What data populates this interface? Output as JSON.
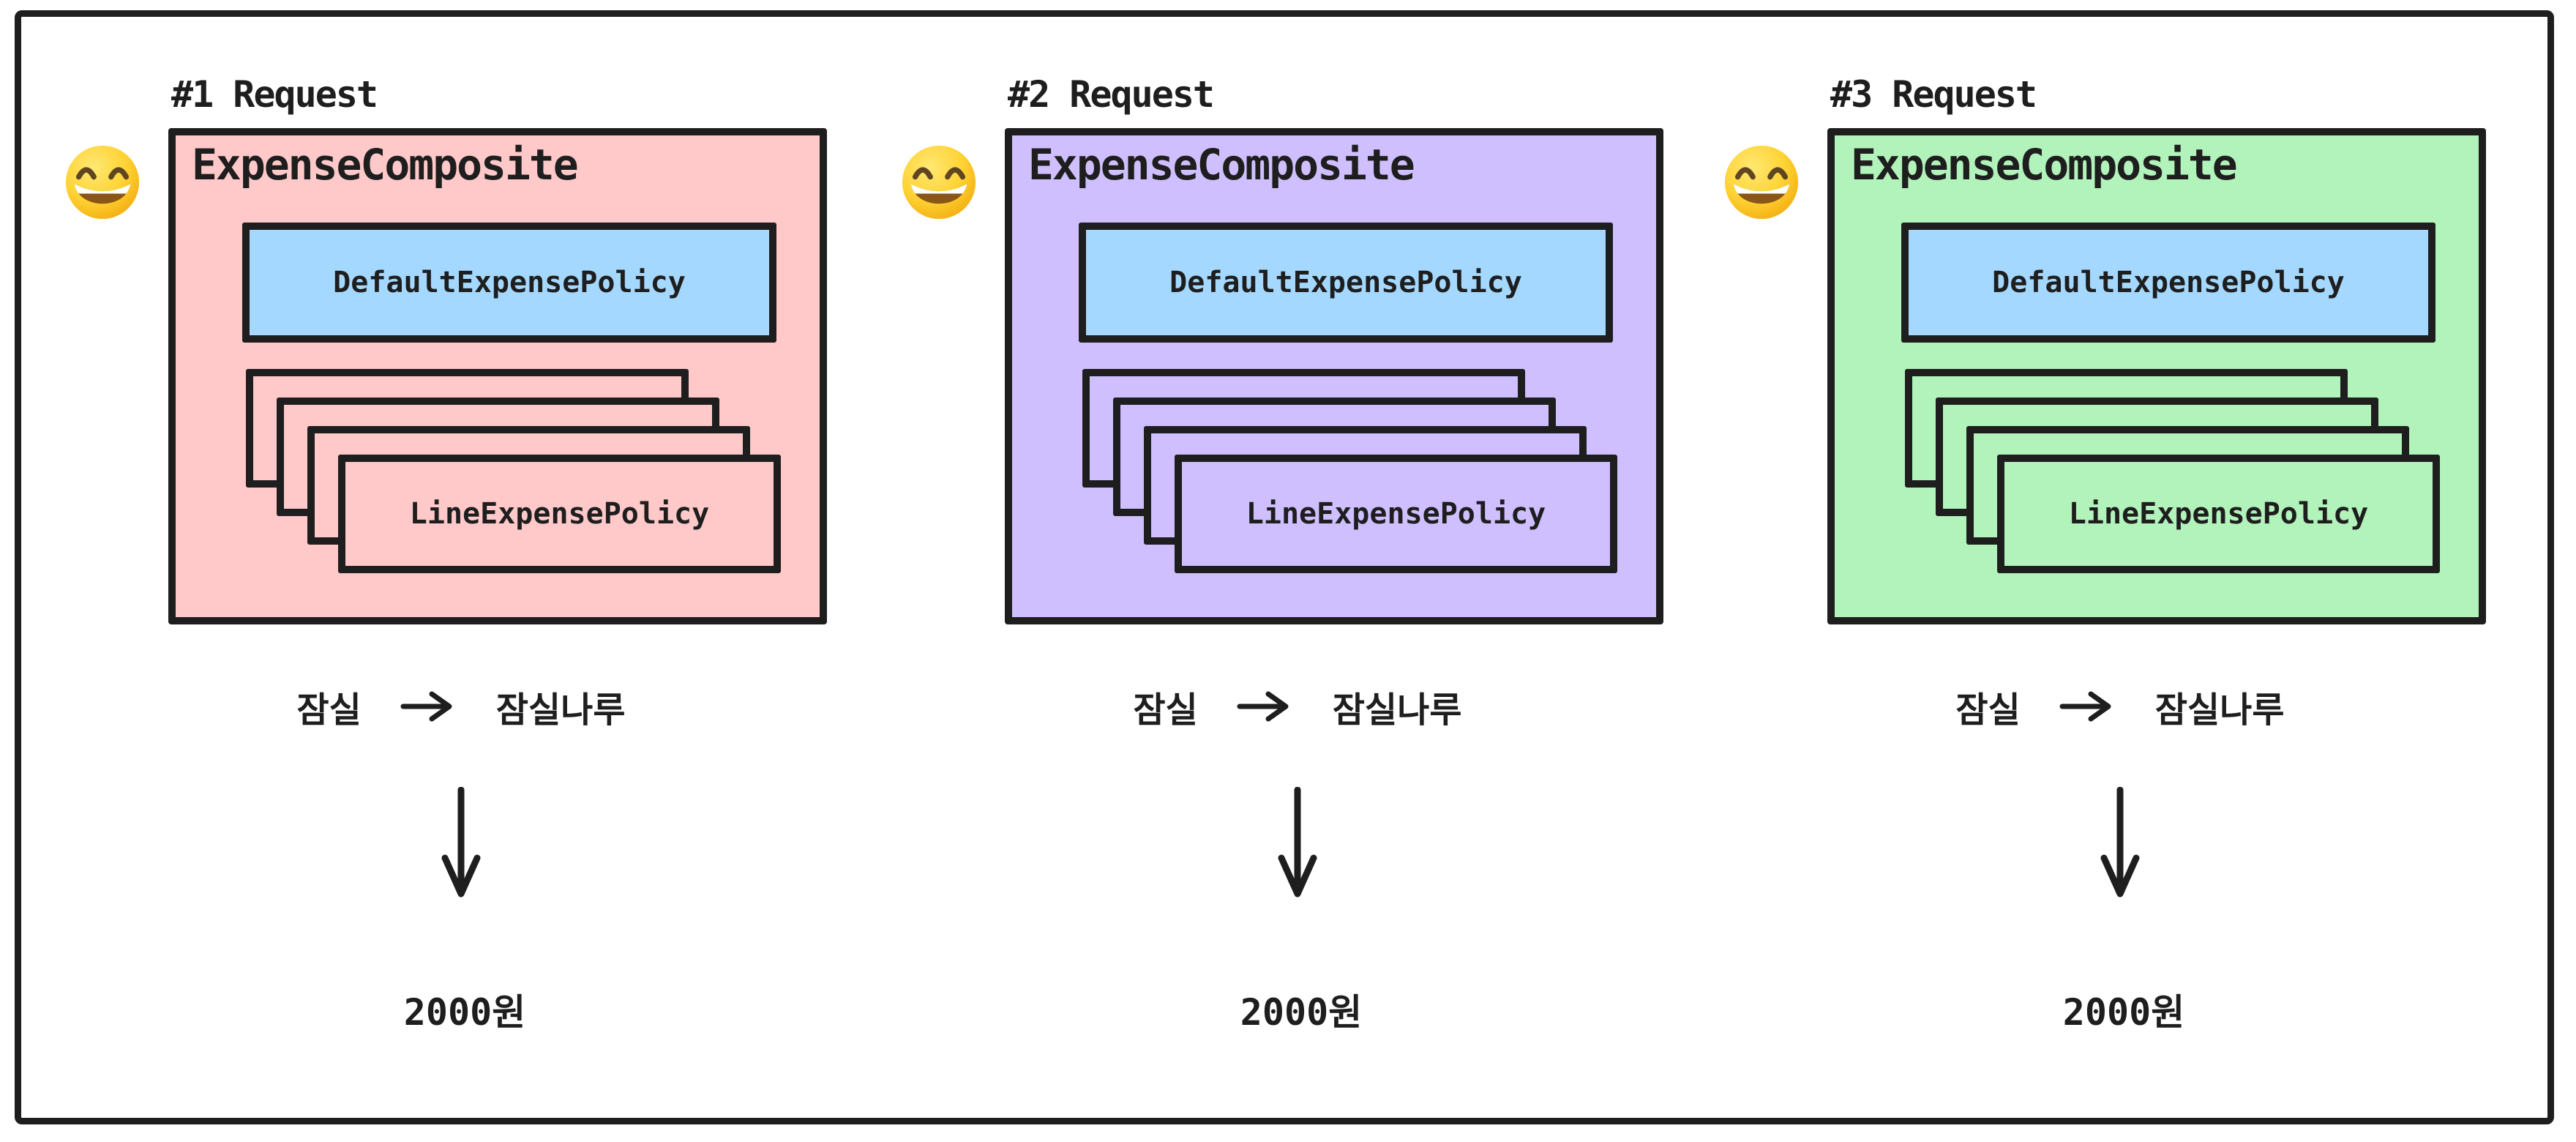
{
  "background": "#ffffff",
  "stroke_color": "#1e1e1e",
  "panels": [
    {
      "title": "#1 Request",
      "emoji": {
        "name": "grinning-face-with-smiling-eyes",
        "char": "😄"
      },
      "composite": {
        "label": "ExpenseComposite",
        "fill": "#ffc9c9"
      },
      "default_policy": {
        "label": "DefaultExpensePolicy",
        "fill": "#a5d8ff"
      },
      "line_policy": {
        "label": "LineExpensePolicy",
        "stack_count": 4
      },
      "route": {
        "from": "잠실",
        "to": "잠실나루"
      },
      "amount": "2000원"
    },
    {
      "title": "#2 Request",
      "emoji": {
        "name": "grinning-face-with-smiling-eyes",
        "char": "😄"
      },
      "composite": {
        "label": "ExpenseComposite",
        "fill": "#d0bfff"
      },
      "default_policy": {
        "label": "DefaultExpensePolicy",
        "fill": "#a5d8ff"
      },
      "line_policy": {
        "label": "LineExpensePolicy",
        "stack_count": 4
      },
      "route": {
        "from": "잠실",
        "to": "잠실나루"
      },
      "amount": "2000원"
    },
    {
      "title": "#3 Request",
      "emoji": {
        "name": "grinning-face-with-smiling-eyes",
        "char": "😄"
      },
      "composite": {
        "label": "ExpenseComposite",
        "fill": "#b2f2bb"
      },
      "default_policy": {
        "label": "DefaultExpensePolicy",
        "fill": "#a5d8ff"
      },
      "line_policy": {
        "label": "LineExpensePolicy",
        "stack_count": 4
      },
      "route": {
        "from": "잠실",
        "to": "잠실나루"
      },
      "amount": "2000원"
    }
  ]
}
